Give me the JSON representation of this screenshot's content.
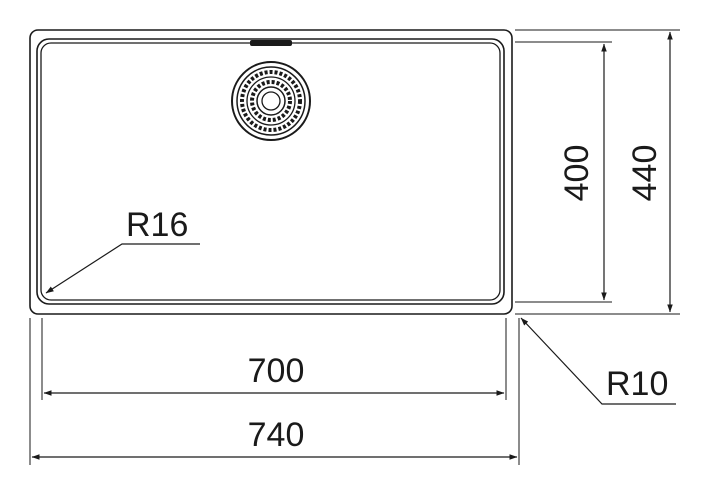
{
  "drawing": {
    "inner_width_label": "700",
    "outer_width_label": "740",
    "inner_height_label": "400",
    "outer_height_label": "440",
    "inner_radius_label": "R16",
    "outer_radius_label": "R10"
  },
  "colors": {
    "line": "#1a1a1a",
    "background": "#ffffff"
  }
}
